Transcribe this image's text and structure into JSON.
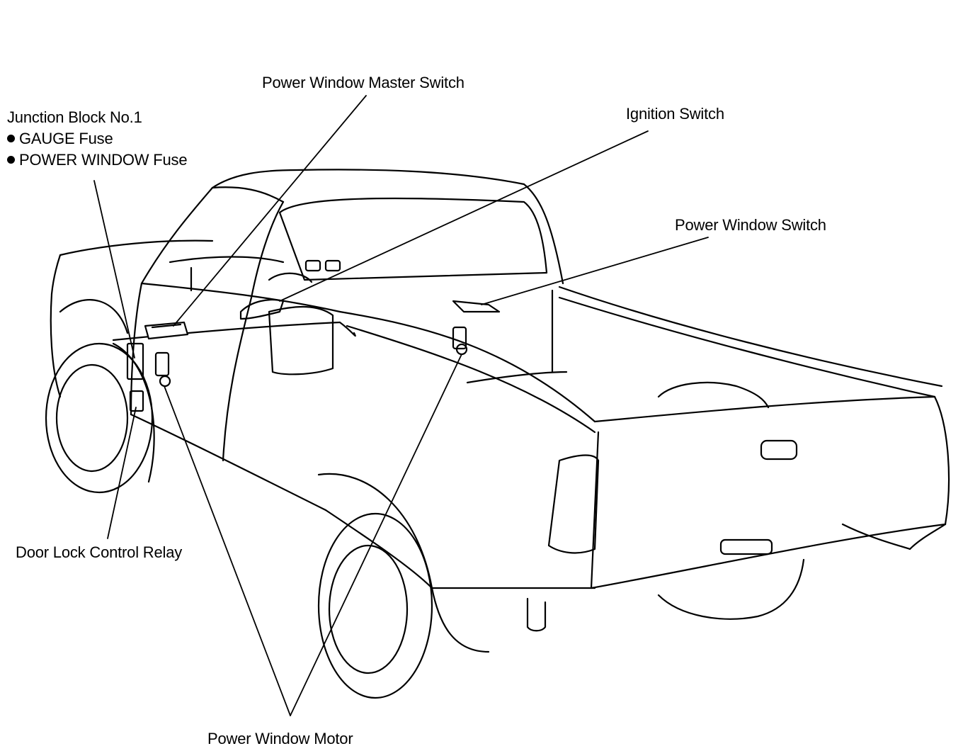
{
  "labels": {
    "junction_block": "Junction Block No.1",
    "gauge_fuse": "GAUGE Fuse",
    "power_window_fuse": "POWER WINDOW Fuse",
    "master_switch": "Power Window Master Switch",
    "ignition_switch": "Ignition Switch",
    "power_window_switch": "Power Window Switch",
    "door_lock_relay": "Door Lock Control Relay",
    "power_window_motor": "Power Window Motor"
  },
  "colors": {
    "ink": "#000000",
    "paper": "#ffffff"
  }
}
